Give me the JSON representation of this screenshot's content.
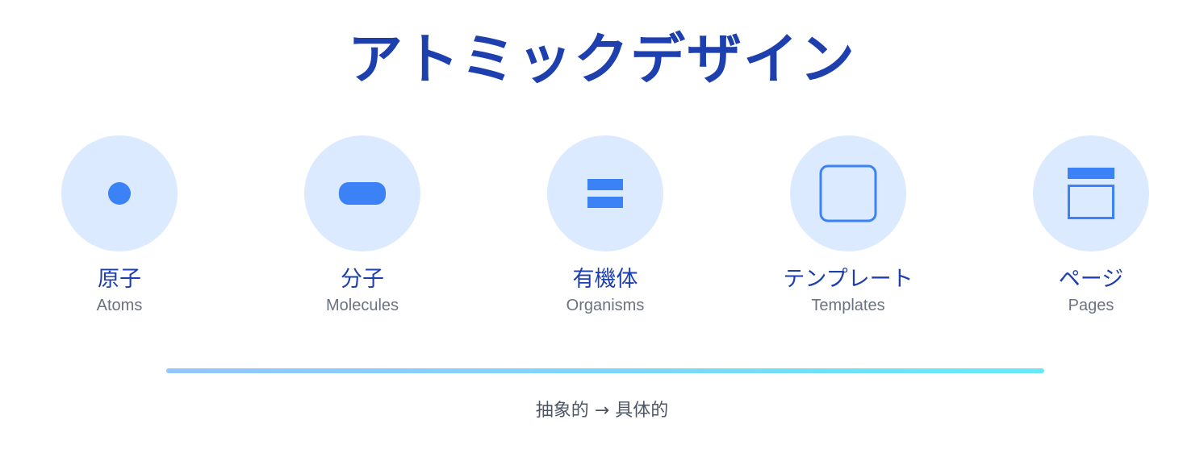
{
  "title": "アトミックデザイン",
  "steps": [
    {
      "label_ja": "原子",
      "label_en": "Atoms",
      "icon": "dot-icon"
    },
    {
      "label_ja": "分子",
      "label_en": "Molecules",
      "icon": "pill-icon"
    },
    {
      "label_ja": "有機体",
      "label_en": "Organisms",
      "icon": "stacked-bars-icon"
    },
    {
      "label_ja": "テンプレート",
      "label_en": "Templates",
      "icon": "rounded-square-icon"
    },
    {
      "label_ja": "ページ",
      "label_en": "Pages",
      "icon": "page-layout-icon"
    }
  ],
  "caption": "抽象的 → 具体的",
  "colors": {
    "title": "#1e40af",
    "icon": "#3b82f6",
    "circle_bg": "#dbeafe",
    "bar_start": "#93c5fd",
    "bar_end": "#67e8f9"
  }
}
